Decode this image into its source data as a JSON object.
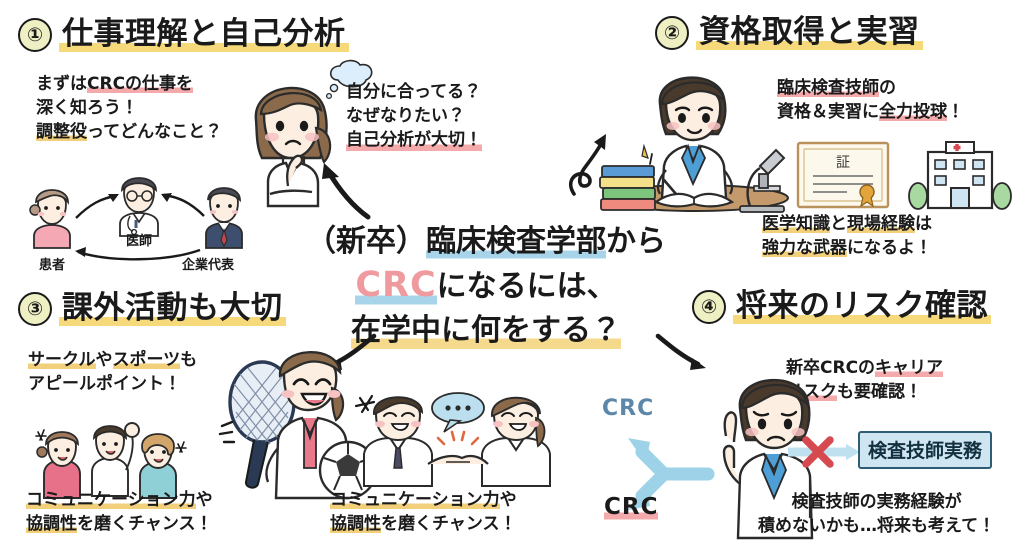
{
  "meta": {
    "language": "ja",
    "kind": "hand-drawn-style infographic",
    "palette": {
      "ink": "#1a1a1a",
      "highlight_yellow": "#f6d97a",
      "highlight_pink": "#f4a9ab",
      "highlight_blue": "#a8d4ea",
      "circle_fill": "#eef0c4",
      "crc_pink_text": "#ef9a9e",
      "crc_blue_text": "#5d87a8",
      "box_fill": "#cfe6f2",
      "box_border": "#2e5c74",
      "x_mark_red": "#d6494f",
      "arrow_blue": "#8ec9e4"
    }
  },
  "center": {
    "line1_paren": "（新卒）",
    "line1_highlight": "臨床検査学部",
    "line1_tail": "から",
    "line2_crc": "CRC",
    "line2_tail": "になるには、",
    "line3": "在学中に何をする？"
  },
  "sections": [
    {
      "number": "①",
      "title": "仕事理解と自己分析",
      "copy_left": {
        "line1_a": "まずは",
        "line1_b": "CRCの仕事を",
        "line2": "深く知ろう！",
        "line3_a": "調整役",
        "line3_b": "ってどんなこと？"
      },
      "thought_copy": {
        "line1": "自分に合ってる？",
        "line2": "なぜなりたい？",
        "line3": "自己分析が大切！"
      },
      "figure_labels": {
        "patient": "患者",
        "doctor": "医師",
        "company": "企業代表"
      }
    },
    {
      "number": "②",
      "title": "資格取得と実習",
      "copy_top": {
        "line1_a": "臨床検査技師",
        "line1_b": "の",
        "line2_a": "資格＆実習に",
        "line2_b": "全力投球",
        "line2_c": "！"
      },
      "copy_bottom": {
        "line1_a": "医学知識",
        "line1_b": "と",
        "line1_c": "現場経験",
        "line1_d": "は",
        "line2_a": "強力な武器",
        "line2_b": "になるよ！"
      },
      "icons": {
        "certificate": "証",
        "hospital_cross": "✚"
      }
    },
    {
      "number": "③",
      "title": "課外活動も大切",
      "copy_top": {
        "line1_a": "サークル",
        "line1_b": "や",
        "line1_c": "スポーツ",
        "line1_d": "も",
        "line2": "アピールポイント！"
      },
      "caption_left": {
        "line1": "コミュニケーション力",
        "line1_tail": "や",
        "line2_a": "協調性",
        "line2_b": "を磨くチャンス！"
      },
      "caption_right": {
        "line1": "コミュニケーション力",
        "line1_tail": "や",
        "line2_a": "協調性",
        "line2_b": "を磨くチャンス！"
      }
    },
    {
      "number": "④",
      "title": "将来のリスク確認",
      "copy_top": {
        "line1_a": "新卒CRCの",
        "line1_b": "キャリア",
        "line2_a": "リスク",
        "line2_b": "も要確認！"
      },
      "branch_labels": {
        "upper": "CRC",
        "lower": "CRC"
      },
      "blocked_box": "検査技師実務",
      "x_mark": "✕",
      "copy_bottom": {
        "line1": "検査技師の実務経験が",
        "line2": "積めないかも…将来も考えて！"
      }
    }
  ]
}
